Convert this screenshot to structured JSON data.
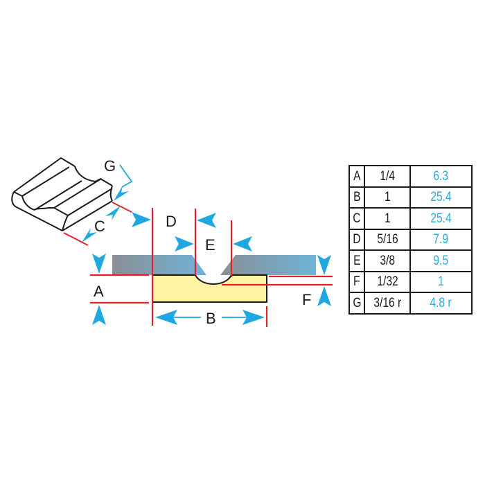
{
  "diagram": {
    "labels": {
      "A": "A",
      "B": "B",
      "C": "C",
      "D": "D",
      "E": "E",
      "F": "F",
      "G": "G"
    },
    "colors": {
      "dimension_line": "#e3202a",
      "arrow": "#1ea7e1",
      "blade": "#6fa8c8",
      "blade_dark": "#8a8f96",
      "workpiece": "#fdf3a3",
      "outline": "#1a1a1a"
    }
  },
  "spec_table": {
    "rows": [
      {
        "key": "A",
        "inch": "1/4",
        "mm": "6.3"
      },
      {
        "key": "B",
        "inch": "1",
        "mm": "25.4"
      },
      {
        "key": "C",
        "inch": "1",
        "mm": "25.4"
      },
      {
        "key": "D",
        "inch": "5/16",
        "mm": "7.9"
      },
      {
        "key": "E",
        "inch": "3/8",
        "mm": "9.5"
      },
      {
        "key": "F",
        "inch": "1/32",
        "mm": "1"
      },
      {
        "key": "G",
        "inch": "3/16 r",
        "mm": "4.8 r"
      }
    ]
  }
}
